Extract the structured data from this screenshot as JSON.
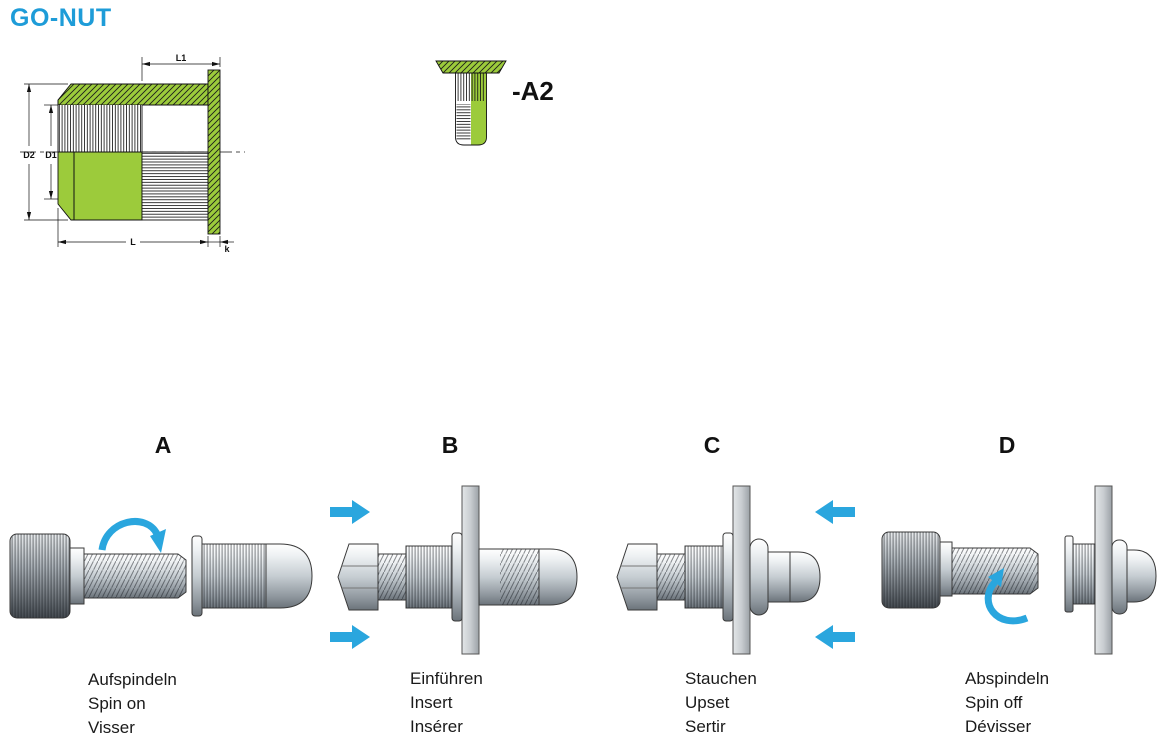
{
  "title": "GO-NUT",
  "colors": {
    "accent_blue": "#1E9CD8",
    "arrow_blue": "#2AA6DE",
    "section_green": "#9CCB3B"
  },
  "technical_drawing": {
    "dimensions": {
      "l1": "L1",
      "d2": "D2",
      "d1": "D1",
      "l": "L",
      "k": "k"
    }
  },
  "variant": {
    "label": "-A2"
  },
  "steps": [
    {
      "label": "A",
      "captions": [
        "Aufspindeln",
        "Spin on",
        "Visser"
      ]
    },
    {
      "label": "B",
      "captions": [
        "Einführen",
        "Insert",
        "Insérer"
      ]
    },
    {
      "label": "C",
      "captions": [
        "Stauchen",
        "Upset",
        "Sertir"
      ]
    },
    {
      "label": "D",
      "captions": [
        "Abspindeln",
        "Spin off",
        "Dévisser"
      ]
    }
  ]
}
